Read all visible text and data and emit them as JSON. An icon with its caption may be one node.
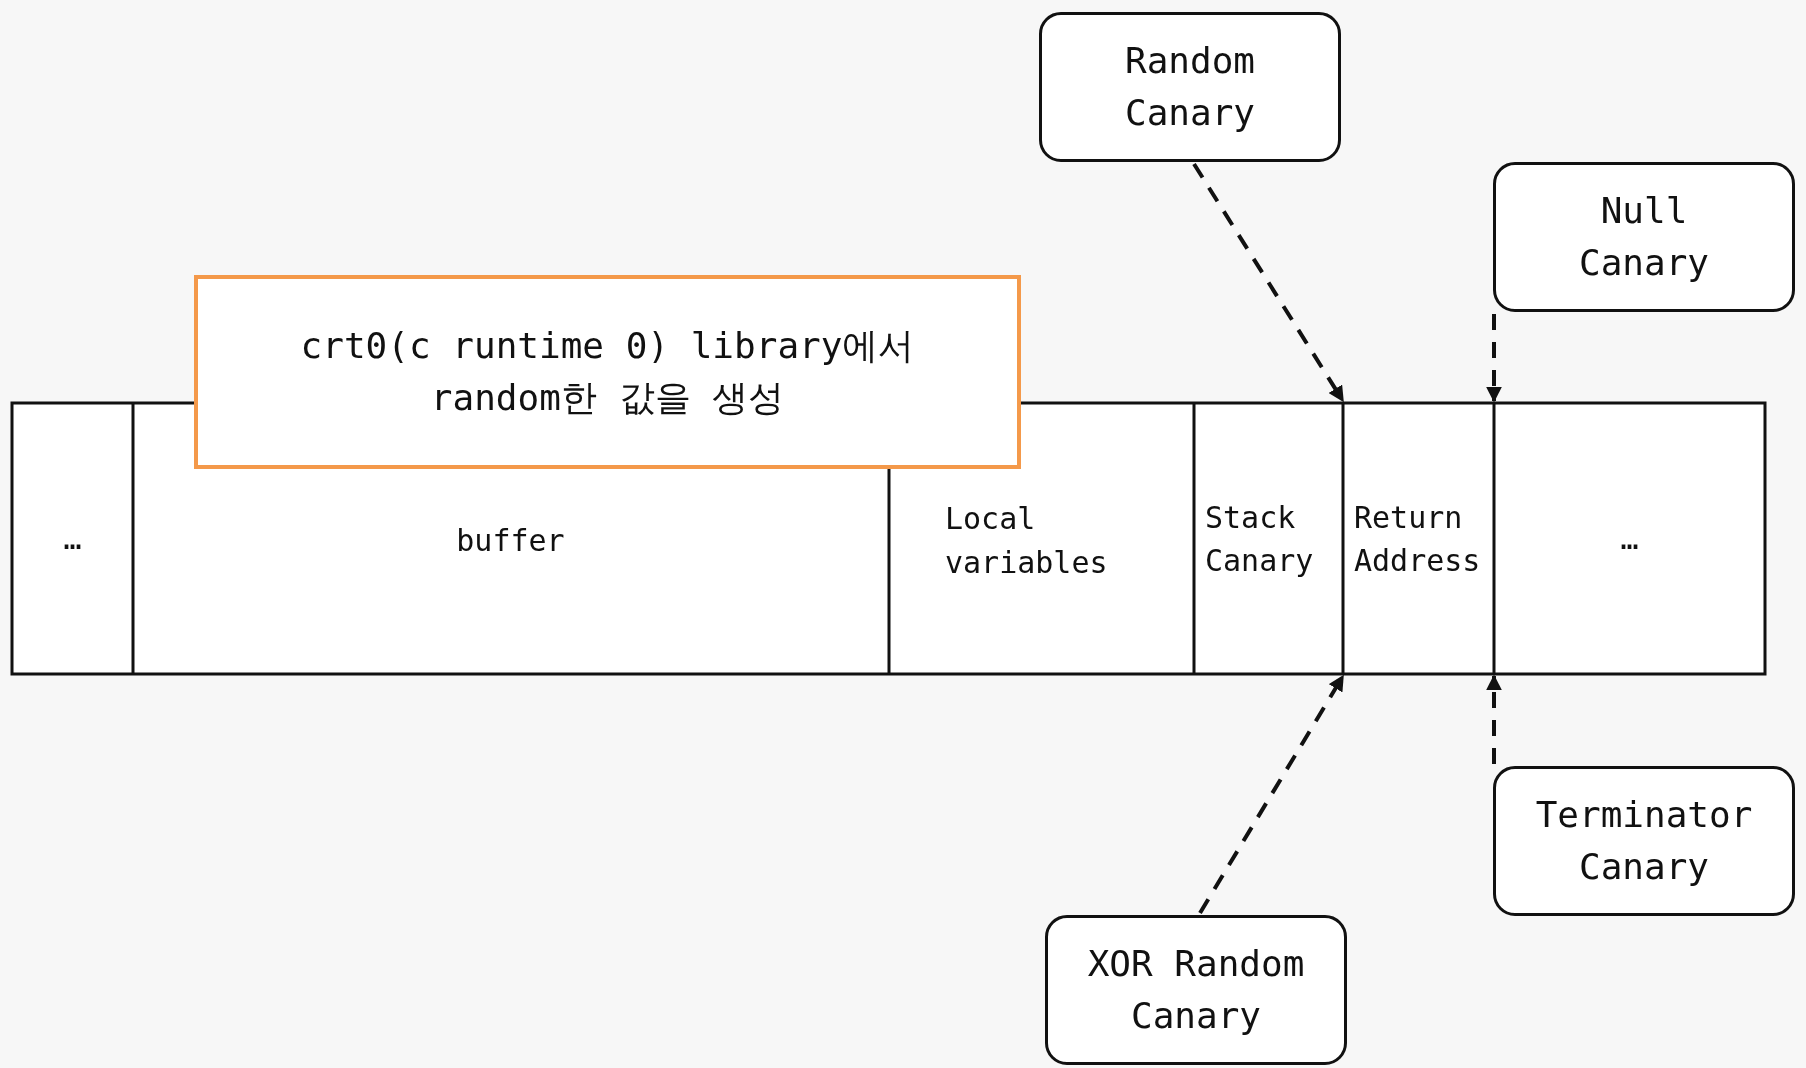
{
  "diagram": {
    "nodes": [
      {
        "text": [
          "Random Canary"
        ]
      },
      {
        "text": [
          "Null Canary"
        ]
      },
      {
        "text": [
          "crt0(c runtime 0) library에서 random한 값을 생성"
        ]
      },
      {
        "text": [
          "…"
        ]
      },
      {
        "text": [
          "buffer"
        ]
      },
      {
        "text": [
          "Local variables"
        ]
      },
      {
        "text": [
          "Stack Canary"
        ]
      },
      {
        "text": [
          "Return Address"
        ]
      },
      {
        "text": [
          "…"
        ]
      },
      {
        "text": [
          "Terminator Canary"
        ]
      },
      {
        "text": [
          "XOR Random Canary"
        ]
      }
    ],
    "edges": [
      {
        "from": 0,
        "to": 6,
        "arrow": "to",
        "style": "dashed"
      },
      {
        "from": 1,
        "to": 7,
        "arrow": "to",
        "style": "dashed"
      },
      {
        "from": 9,
        "to": 7,
        "arrow": "to",
        "style": "dashed"
      },
      {
        "from": 10,
        "to": 6,
        "arrow": "to",
        "style": "dashed"
      }
    ]
  }
}
